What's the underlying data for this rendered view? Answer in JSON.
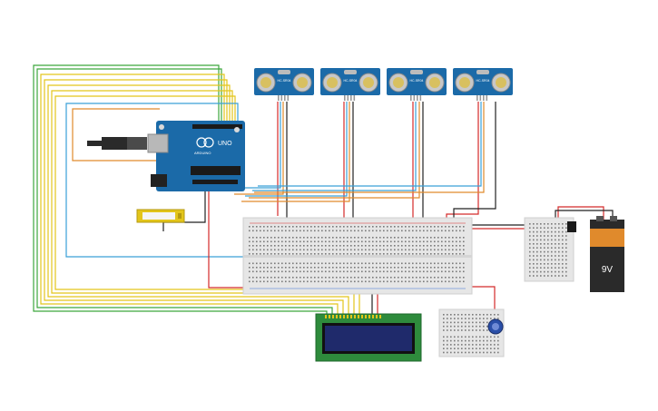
{
  "arduino": {
    "label": "UNO",
    "brand": "ARDUINO",
    "color": "#1b6aa8"
  },
  "sensors": [
    {
      "label": "HC-SR04"
    },
    {
      "label": "HC-SR04"
    },
    {
      "label": "HC-SR04"
    },
    {
      "label": "HC-SR04"
    }
  ],
  "battery": {
    "label": "9V",
    "top_color": "#e08a2c",
    "body_color": "#2a2a2a"
  },
  "lcd": {
    "screen_color": "#1f2a6b",
    "board_color": "#2e8b3c"
  },
  "wire_colors": {
    "red": "#d42a2a",
    "black": "#222222",
    "green": "#3ca63c",
    "yellow": "#e3c51a",
    "blue": "#3aa0d8",
    "orange": "#e08a2c"
  }
}
